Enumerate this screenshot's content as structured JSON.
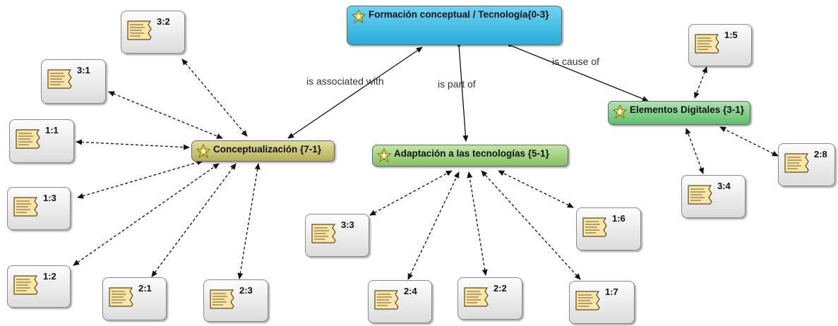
{
  "nodes": {
    "formacion": {
      "label": "Formación conceptual / Tecnología{0-3}",
      "color": "#41bfe6"
    },
    "conceptualizacion": {
      "label": "Conceptualización {7-1}",
      "color": "#c9c47a"
    },
    "adaptacion": {
      "label": "Adaptación a las tecnologías {5-1}",
      "color": "#9ad37a"
    },
    "elementos": {
      "label": "Elementos Digitales {3-1}",
      "color": "#7fd08a"
    }
  },
  "quotations": [
    {
      "id": "q32",
      "label": "3:2"
    },
    {
      "id": "q31",
      "label": "3:1"
    },
    {
      "id": "q11",
      "label": "1:1"
    },
    {
      "id": "q13",
      "label": "1:3"
    },
    {
      "id": "q12",
      "label": "1:2"
    },
    {
      "id": "q21",
      "label": "2:1"
    },
    {
      "id": "q23",
      "label": "2:3"
    },
    {
      "id": "q33",
      "label": "3:3"
    },
    {
      "id": "q24",
      "label": "2:4"
    },
    {
      "id": "q22",
      "label": "2:2"
    },
    {
      "id": "q17",
      "label": "1:7"
    },
    {
      "id": "q16",
      "label": "1:6"
    },
    {
      "id": "q15",
      "label": "1:5"
    },
    {
      "id": "q34",
      "label": "3:4"
    },
    {
      "id": "q28",
      "label": "2:8"
    }
  ],
  "relations": {
    "associated": "is associated with",
    "part_of": "is part of",
    "cause_of": "is cause of"
  }
}
